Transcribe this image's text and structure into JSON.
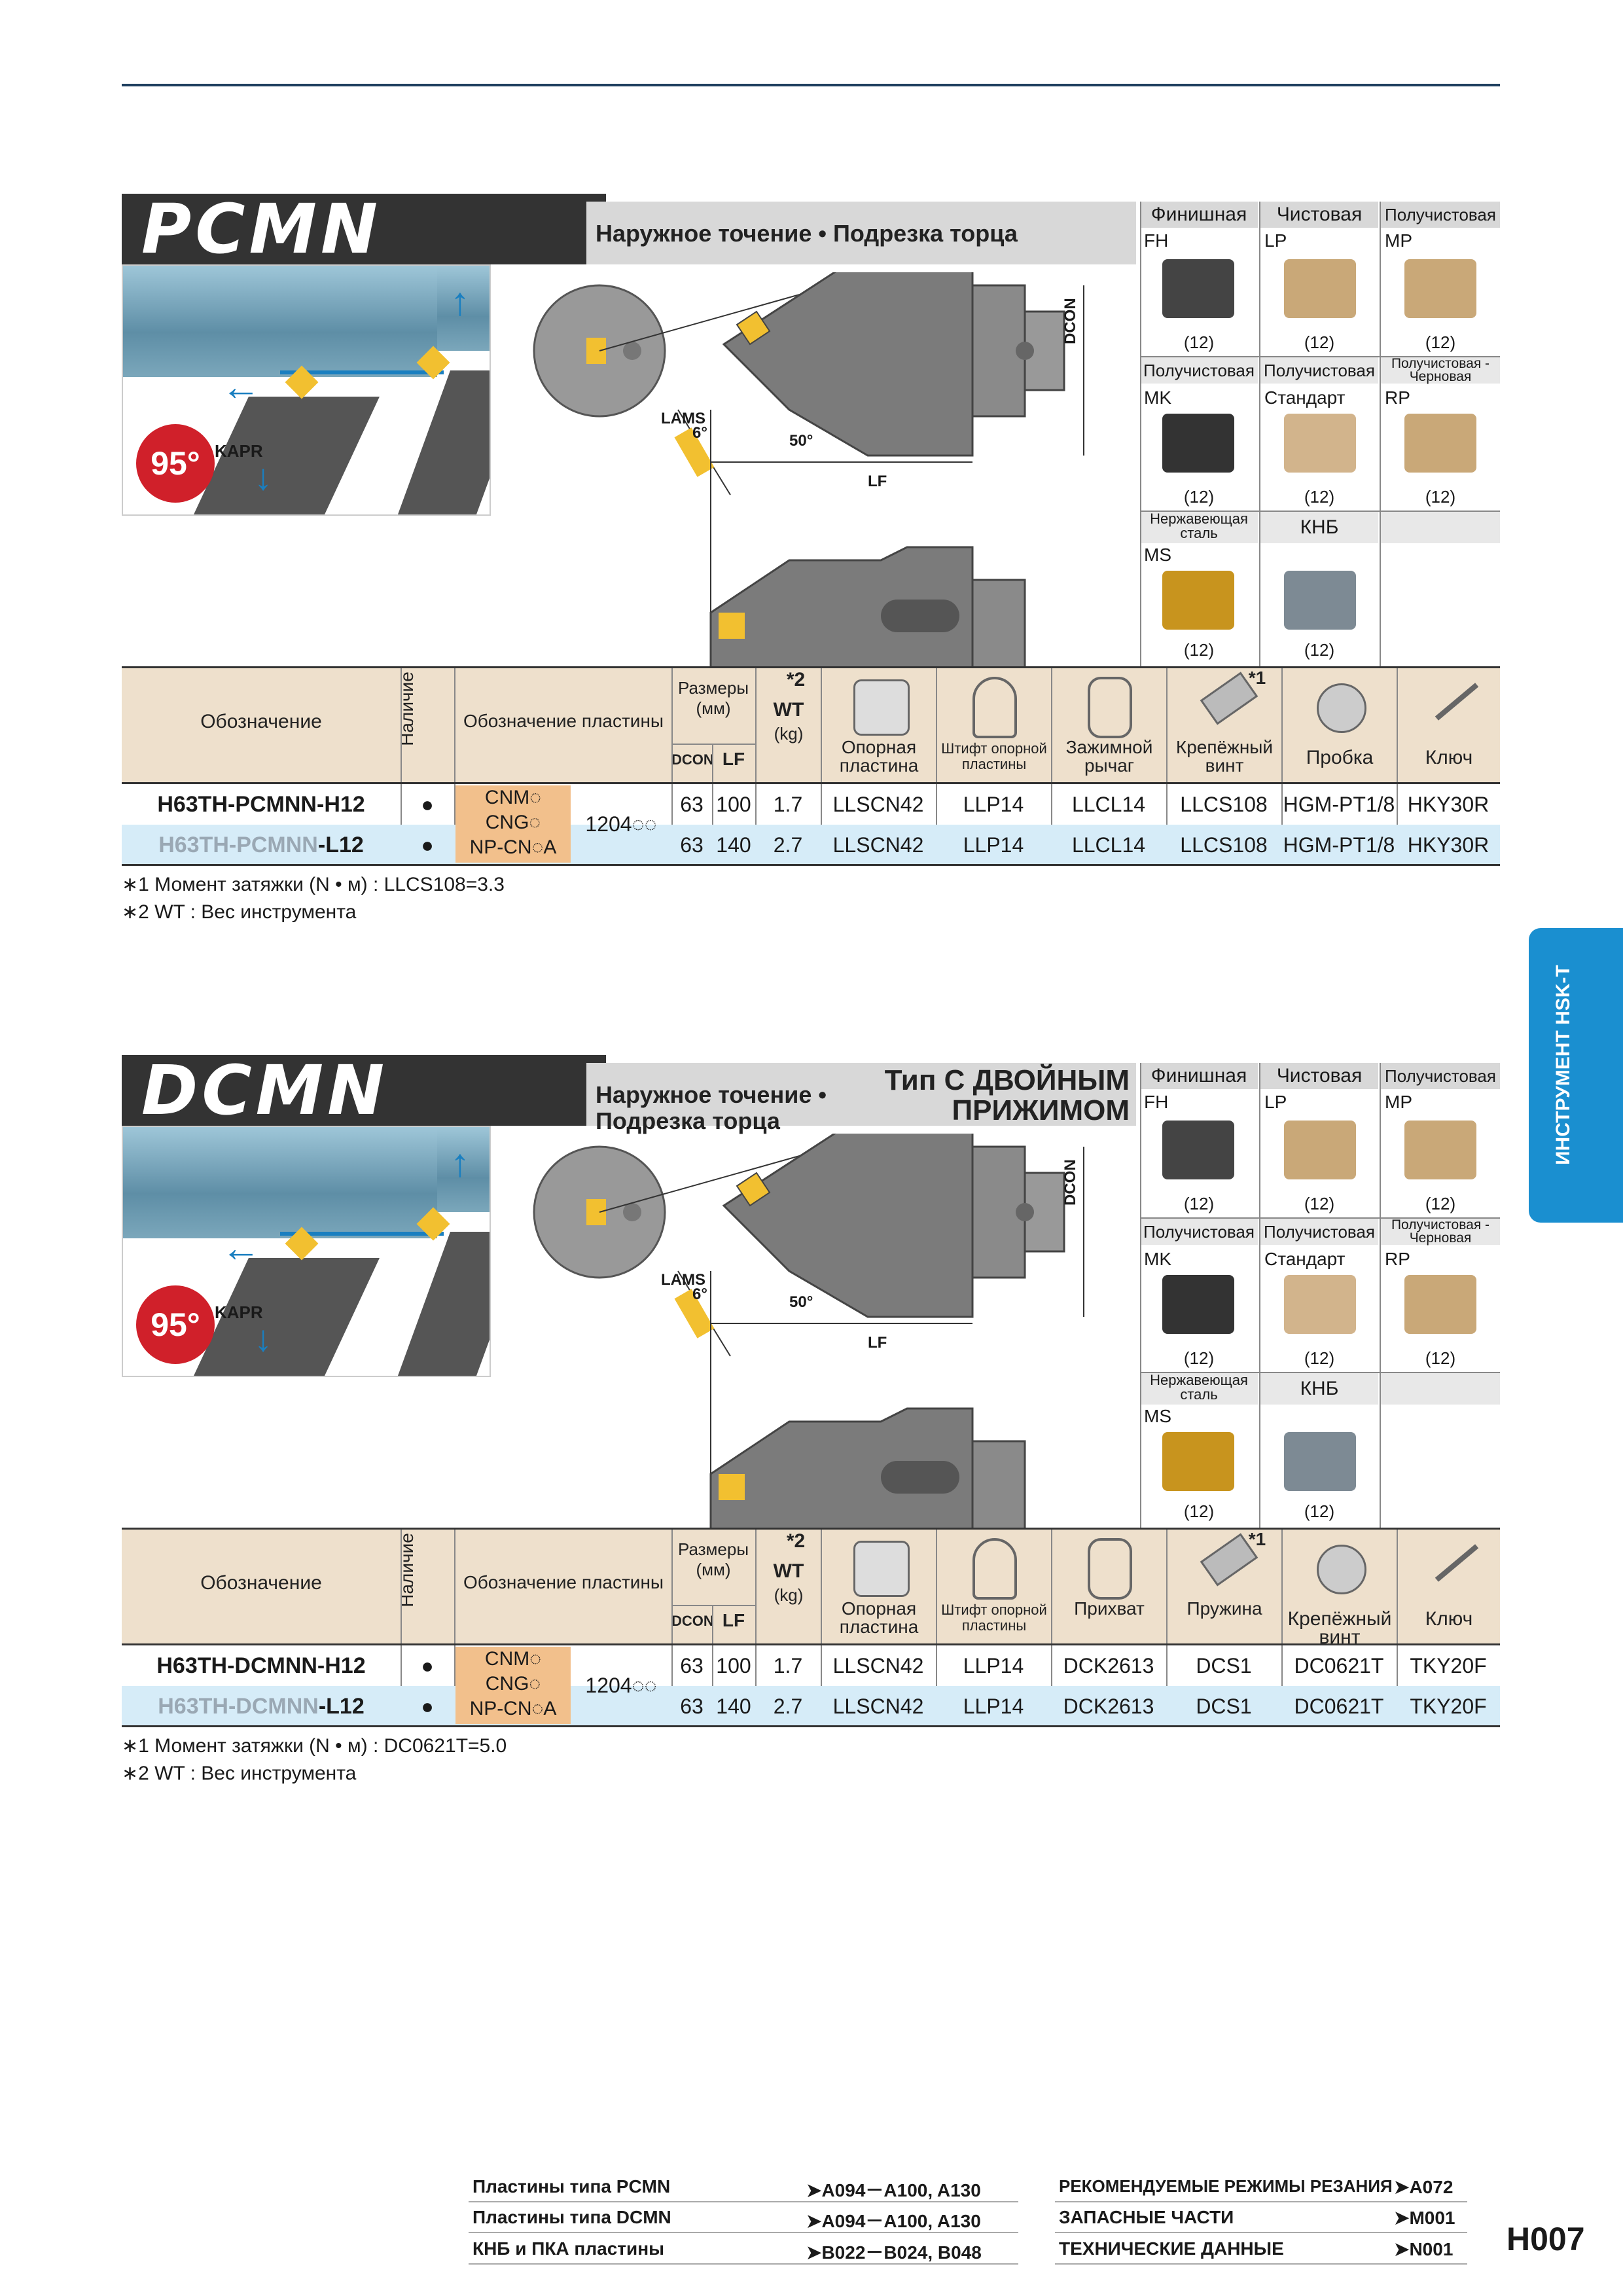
{
  "sections": [
    {
      "title": "PCMN",
      "subtitle_line1": "Наружное точение • Подрезка торца",
      "subtitle_line2": "",
      "subtitle_right_1": "",
      "subtitle_right_2": "",
      "angle": "95°",
      "kapr": "KAPR",
      "lams": "LAMS",
      "lams_angle": "6°",
      "angle_50": "50°",
      "lf": "LF",
      "dcon": "DCON",
      "insert_headers": [
        "Финишная",
        "Чистовая",
        "Получистовая"
      ],
      "insert_row1_codes": [
        "FH",
        "LP",
        "MP"
      ],
      "insert_row1_qty": [
        "(12)",
        "(12)",
        "(12)"
      ],
      "insert_row2_headers": [
        "Получистовая",
        "Получистовая",
        "Получистовая - Черновая"
      ],
      "insert_row2_codes": [
        "MK",
        "Стандарт",
        "RP"
      ],
      "insert_row2_qty": [
        "(12)",
        "(12)",
        "(12)"
      ],
      "insert_row3_headers": [
        "Нержавеющая сталь",
        "КНБ",
        ""
      ],
      "insert_row3_codes": [
        "MS",
        "",
        ""
      ],
      "insert_row3_qty": [
        "(12)",
        "(12)",
        ""
      ],
      "table_headers": {
        "designation": "Обозначение",
        "availability": "Наличие",
        "insert_designation": "Обозначение пластины",
        "sizes": "Размеры (мм)",
        "dcon": "DCON",
        "lf": "LF",
        "wt_mark": "*2",
        "wt": "WT",
        "kg": "(kg)",
        "parts": [
          "Опорная пластина",
          "Штифт опорной пластины",
          "Зажимной рычаг",
          "Крепёжный винт",
          "Пробка",
          "Ключ"
        ],
        "screw_mark": "*1"
      },
      "inserts": [
        "CNM◌",
        "CNG◌",
        "NP-CN◌A"
      ],
      "insert_size": "1204◌◌",
      "rows": [
        {
          "code": "H63TH-PCMNN-H12",
          "code_a": "",
          "code_b": "",
          "avail": "●",
          "dcon": "63",
          "lf": "100",
          "wt": "1.7",
          "parts": [
            "LLSCN42",
            "LLP14",
            "LLCL14",
            "LLCS108",
            "HGM-PT1/8",
            "HKY30R"
          ]
        },
        {
          "code": "",
          "code_a": "H63TH-PCMNN",
          "code_b": "-L12",
          "avail": "●",
          "dcon": "63",
          "lf": "140",
          "wt": "2.7",
          "parts": [
            "LLSCN42",
            "LLP14",
            "LLCL14",
            "LLCS108",
            "HGM-PT1/8",
            "HKY30R"
          ]
        }
      ],
      "note1": "∗1 Момент затяжки (N • м) : LLCS108=3.3",
      "note2": "∗2 WT : Вес инструмента"
    },
    {
      "title": "DCMN",
      "subtitle_line1": "Наружное точение •",
      "subtitle_line2": "Подрезка торца",
      "subtitle_right_1": "Тип С ДВОЙНЫМ",
      "subtitle_right_2": "ПРИЖИМОМ",
      "angle": "95°",
      "kapr": "KAPR",
      "lams": "LAMS",
      "lams_angle": "6°",
      "angle_50": "50°",
      "lf": "LF",
      "dcon": "DCON",
      "insert_headers": [
        "Финишная",
        "Чистовая",
        "Получистовая"
      ],
      "insert_row1_codes": [
        "FH",
        "LP",
        "MP"
      ],
      "insert_row1_qty": [
        "(12)",
        "(12)",
        "(12)"
      ],
      "insert_row2_headers": [
        "Получистовая",
        "Получистовая",
        "Получистовая - Черновая"
      ],
      "insert_row2_codes": [
        "MK",
        "Стандарт",
        "RP"
      ],
      "insert_row2_qty": [
        "(12)",
        "(12)",
        "(12)"
      ],
      "insert_row3_headers": [
        "Нержавеющая сталь",
        "КНБ",
        ""
      ],
      "insert_row3_codes": [
        "MS",
        "",
        ""
      ],
      "insert_row3_qty": [
        "(12)",
        "(12)",
        ""
      ],
      "table_headers": {
        "designation": "Обозначение",
        "availability": "Наличие",
        "insert_designation": "Обозначение пластины",
        "sizes": "Размеры (мм)",
        "dcon": "DCON",
        "lf": "LF",
        "wt_mark": "*2",
        "wt": "WT",
        "kg": "(kg)",
        "parts": [
          "Опорная пластина",
          "Штифт опорной пластины",
          "Прихват",
          "Пружина",
          "Крепёжный винт",
          "Ключ"
        ],
        "screw_mark": "*1"
      },
      "inserts": [
        "CNM◌",
        "CNG◌",
        "NP-CN◌A"
      ],
      "insert_size": "1204◌◌",
      "rows": [
        {
          "code": "H63TH-DCMNN-H12",
          "code_a": "",
          "code_b": "",
          "avail": "●",
          "dcon": "63",
          "lf": "100",
          "wt": "1.7",
          "parts": [
            "LLSCN42",
            "LLP14",
            "DCK2613",
            "DCS1",
            "DC0621T",
            "TKY20F"
          ]
        },
        {
          "code": "",
          "code_a": "H63TH-DCMNN",
          "code_b": "-L12",
          "avail": "●",
          "dcon": "63",
          "lf": "140",
          "wt": "2.7",
          "parts": [
            "LLSCN42",
            "LLP14",
            "DCK2613",
            "DCS1",
            "DC0621T",
            "TKY20F"
          ]
        }
      ],
      "note1": "∗1 Момент затяжки (N • м) : DC0621T=5.0",
      "note2": "∗2 WT : Вес инструмента"
    }
  ],
  "side_tab": "ИНСТРУМЕНТ HSK-T",
  "footer": {
    "left": [
      {
        "label": "Пластины типа PCMN",
        "ref": "➤A094－A100, A130"
      },
      {
        "label": "Пластины типа DCMN",
        "ref": "➤A094－A100, A130"
      },
      {
        "label": "КНБ и ПКА пластины",
        "ref": "➤B022－B024, B048"
      }
    ],
    "right": [
      {
        "label": "РЕКОМЕНДУЕМЫЕ РЕЖИМЫ РЕЗАНИЯ",
        "ref": "➤A072"
      },
      {
        "label": "ЗАПАСНЫЕ ЧАСТИ",
        "ref": "➤M001"
      },
      {
        "label": "ТЕХНИЧЕСКИЕ ДАННЫЕ",
        "ref": "➤N001"
      }
    ]
  },
  "page_number": "H007",
  "colors": {
    "banner": "#333333",
    "accent_blue": "#1a8fd0",
    "red": "#d0202a",
    "header_beige": "#eee0cc",
    "row_blue": "#d6ecf8",
    "insert_orange": "#f2c08c"
  }
}
